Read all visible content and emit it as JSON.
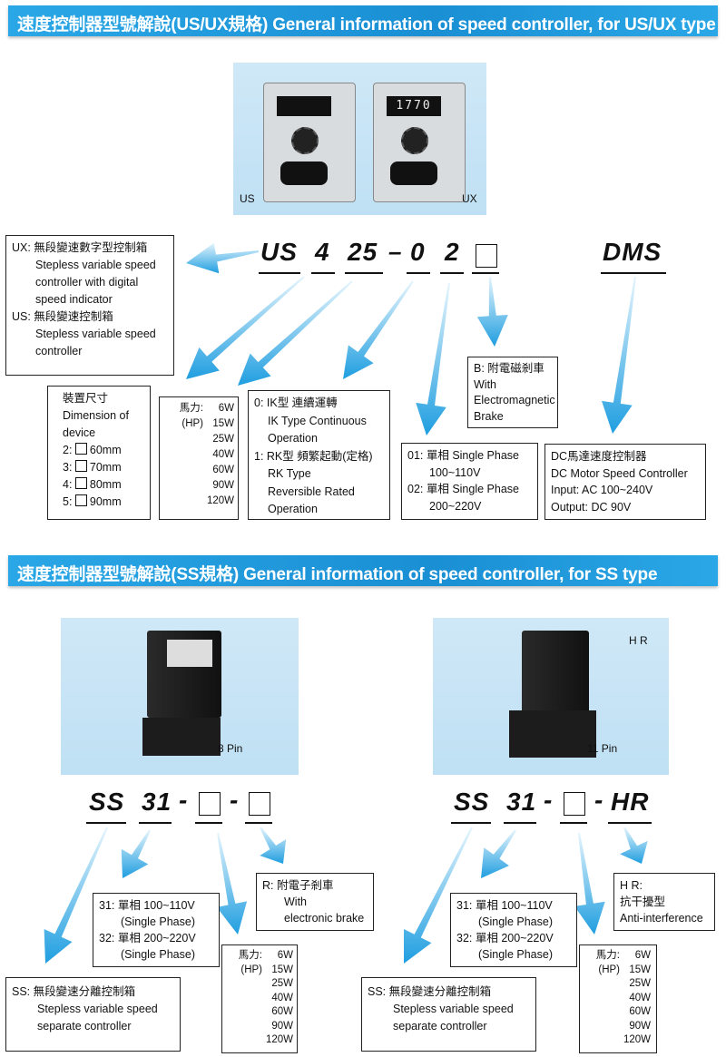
{
  "sections": {
    "us_title": "速度控制器型號解說(US/UX規格) General information of speed controller, for US/UX type",
    "ss_title": "速度控制器型號解說(SS規格) General information of speed controller, for SS type"
  },
  "us": {
    "photo_label_us": "US",
    "photo_label_ux": "UX",
    "display_value": "1770",
    "code": {
      "p1": "US",
      "p2": "4",
      "p3": "25",
      "dash": "–",
      "p4": "0",
      "p5": "2",
      "p7": "DMS"
    },
    "ux_box": [
      "UX: 無段變速數字型控制箱",
      "Stepless variable speed",
      "controller with digital",
      "speed indicator",
      "US: 無段變速控制箱",
      "Stepless variable speed",
      "controller"
    ],
    "dim_box": [
      "裝置尺寸",
      "Dimension of",
      "device"
    ],
    "dim_items": [
      "2: ",
      "60mm",
      "3: ",
      "70mm",
      "4: ",
      "80mm",
      "5: ",
      "90mm"
    ],
    "power_box": {
      "label1": "馬力:",
      "label2": "(HP)",
      "values": [
        "6W",
        "15W",
        "25W",
        "40W",
        "60W",
        "90W",
        "120W"
      ]
    },
    "type_box": [
      "0: IK型 連續運轉",
      "IK Type Continuous",
      "Operation",
      "1: RK型 頻繁起動(定格)",
      "RK Type",
      "Reversible Rated",
      "Operation"
    ],
    "phase_box": [
      "01: 單相 Single Phase",
      "100~110V",
      "02: 單相 Single Phase",
      "200~220V"
    ],
    "brake_box": [
      "B: 附電磁剎車",
      "With",
      "Electromagnetic",
      "Brake"
    ],
    "dms_box": [
      "DC馬達速度控制器",
      "DC Motor Speed Controller",
      "Input: AC 100~240V",
      "Output: DC 90V"
    ]
  },
  "ss_left": {
    "photo_label": "8 Pin",
    "code": {
      "p1": "SS",
      "p2": "31",
      "d1": "-",
      "d2": "-"
    },
    "volt_box": [
      "31: 單相 100~110V",
      "(Single Phase)",
      "32: 單相 200~220V",
      "(Single Phase)"
    ],
    "brake_box": [
      "R: 附電子剎車",
      "With",
      "electronic brake"
    ],
    "power_box": {
      "label1": "馬力:",
      "label2": "(HP)",
      "values": [
        "6W",
        "15W",
        "25W",
        "40W",
        "60W",
        "90W",
        "120W"
      ]
    },
    "ss_box": [
      "SS: 無段變速分離控制箱",
      "Stepless variable speed",
      "separate controller"
    ]
  },
  "ss_right": {
    "photo_label": "11 Pin",
    "photo_tag": "H R",
    "code": {
      "p1": "SS",
      "p2": "31",
      "d1": "-",
      "d2": "-",
      "p4": "HR"
    },
    "volt_box": [
      "31: 單相 100~110V",
      "(Single Phase)",
      "32: 單相 200~220V",
      "(Single Phase)"
    ],
    "hr_box": [
      "H R:",
      "抗干擾型",
      "Anti-interference"
    ],
    "power_box": {
      "label1": "馬力:",
      "label2": "(HP)",
      "values": [
        "6W",
        "15W",
        "25W",
        "40W",
        "60W",
        "90W",
        "120W"
      ]
    },
    "ss_box": [
      "SS: 無段變速分離控制箱",
      "Stepless variable speed",
      "separate controller"
    ]
  },
  "colors": {
    "banner": "#1a8fd4",
    "arrow": "#2aa7e6"
  }
}
